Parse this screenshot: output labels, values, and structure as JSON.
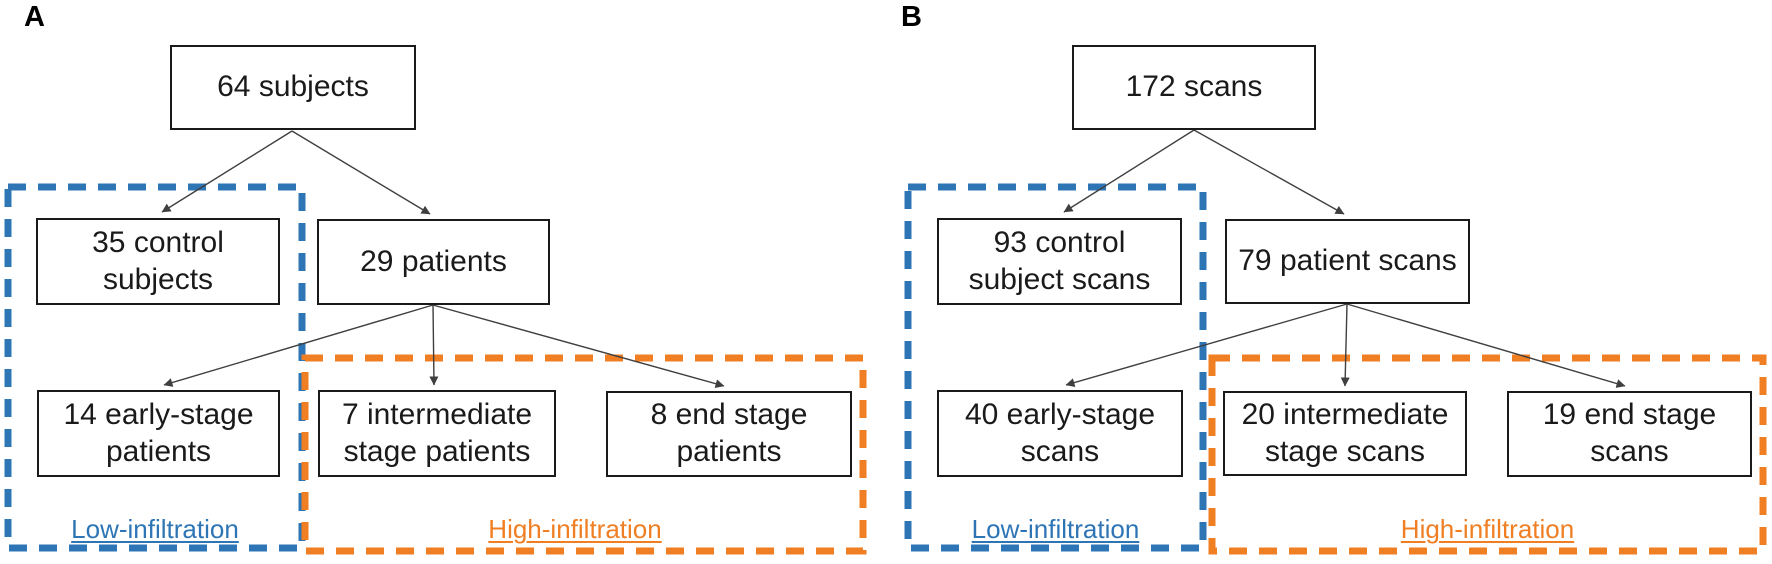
{
  "colors": {
    "low_infiltration": "#2E75B6",
    "high_infiltration": "#F07E23",
    "box_border": "#1A1A1A",
    "arrow": "#3F3F3F",
    "text": "#1A1A1A",
    "background": "#FFFFFF"
  },
  "panels": [
    {
      "letter": "A",
      "boxes": {
        "root": "64 subjects",
        "control": "35 control\nsubjects",
        "patients": "29 patients",
        "early": "14 early-stage\npatients",
        "intermediate": "7 intermediate\nstage patients",
        "end": "8 end stage\npatients"
      },
      "groups": {
        "low": "Low-infiltration",
        "high": "High-infiltration"
      }
    },
    {
      "letter": "B",
      "boxes": {
        "root": "172 scans",
        "control": "93 control\nsubject scans",
        "patients": "79 patient scans",
        "early": "40 early-stage\nscans",
        "intermediate": "20 intermediate\nstage scans",
        "end": "19 end stage\nscans"
      },
      "groups": {
        "low": "Low-infiltration",
        "high": "High-infiltration"
      }
    }
  ]
}
